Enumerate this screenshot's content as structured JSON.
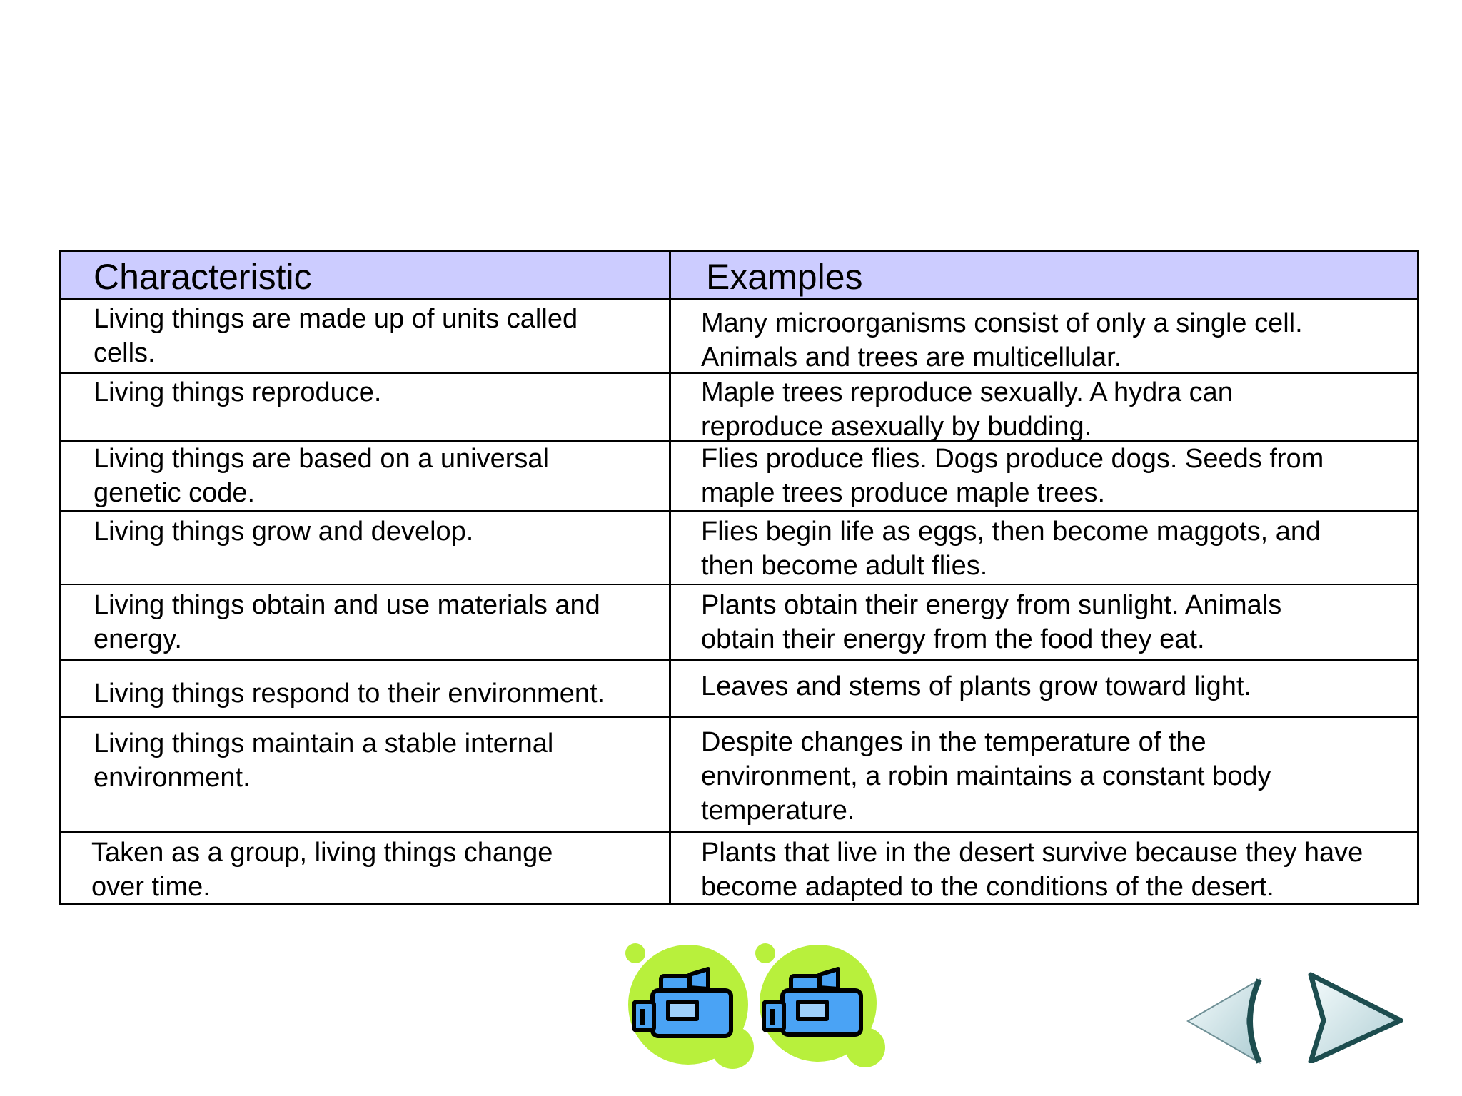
{
  "table": {
    "header": {
      "characteristic": "Characteristic",
      "examples": "Examples"
    },
    "rows": [
      {
        "characteristic": "Living things are made up of units called\ncells.",
        "example": "Many microorganisms consist of only a single cell.\nAnimals and trees are multicellular."
      },
      {
        "characteristic": "Living things reproduce.",
        "example": "Maple trees reproduce sexually.  A hydra can\nreproduce asexually by budding."
      },
      {
        "characteristic": "Living things are based on a universal\ngenetic code.",
        "example": "Flies produce flies.  Dogs produce dogs.  Seeds from\nmaple trees produce maple trees."
      },
      {
        "characteristic": "Living things grow and develop.",
        "example": "Flies begin life as eggs, then become maggots, and\nthen become adult flies."
      },
      {
        "characteristic": "Living things obtain and use materials and\nenergy.",
        "example": "Plants obtain their energy from sunlight.  Animals\nobtain their energy from the food they eat."
      },
      {
        "characteristic": "Living things respond to their environment.",
        "example": "Leaves and stems of plants grow toward light."
      },
      {
        "characteristic": "Living things maintain a stable internal\nenvironment.",
        "example": "Despite changes in the temperature of the\nenvironment, a robin maintains a constant body\ntemperature."
      },
      {
        "characteristic": "Taken as a group, living things change\nover time.",
        "example": "Plants that live in the desert survive because they have\nbecome adapted to the conditions of the desert."
      }
    ]
  },
  "controls": {
    "video_buttons": [
      "video-camera-icon",
      "video-camera-icon"
    ],
    "nav": [
      "back-arrow-icon",
      "forward-arrow-icon"
    ]
  },
  "colors": {
    "header_bg": "#ccccff",
    "icon_blob": "#b8f03c",
    "camera_blue": "#4aa3f5",
    "arrow_fill": "#dceef0"
  }
}
